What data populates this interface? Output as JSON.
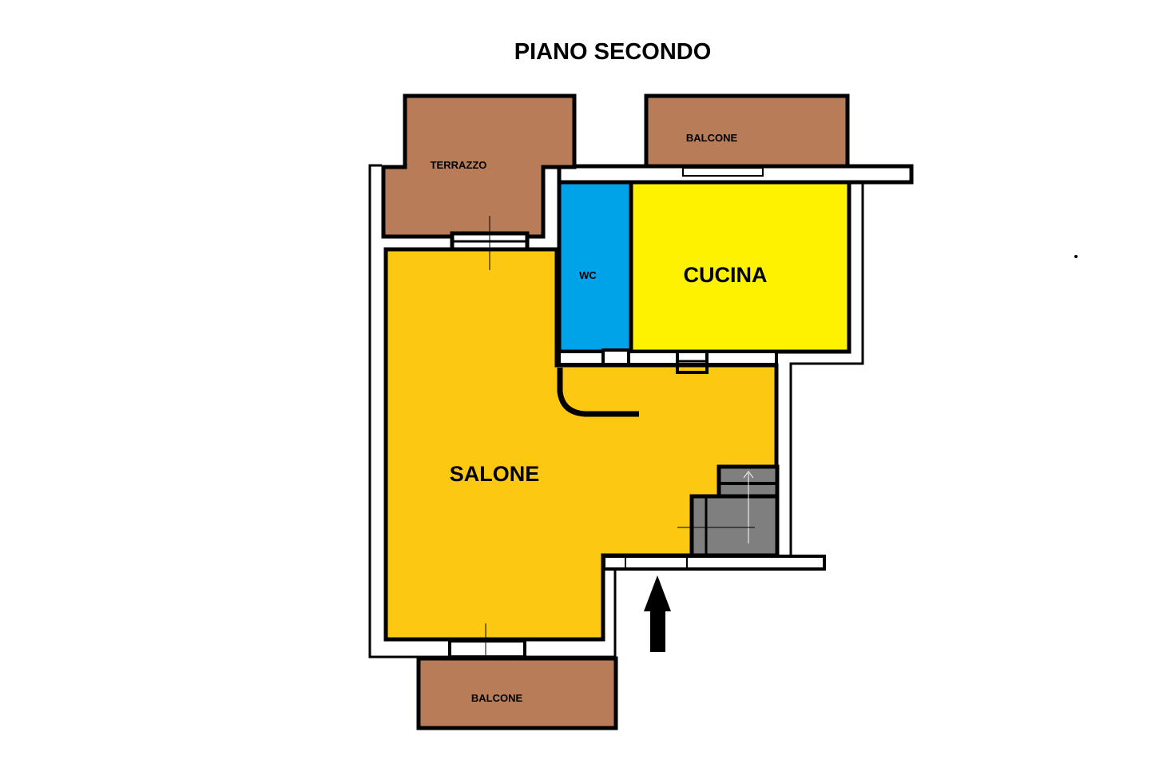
{
  "title": "PIANO SECONDO",
  "rooms": {
    "terrazzo": "TERRAZZO",
    "balcone_top": "BALCONE",
    "wc": "WC",
    "cucina": "CUCINA",
    "salone": "SALONE",
    "balcone_bottom": "BALCONE"
  },
  "colors": {
    "balcony": "#B97C59",
    "wc": "#00A2E8",
    "cucina": "#FFF200",
    "salone": "#FDC811",
    "stairs": "#7F7F7F",
    "wall": "#000000"
  }
}
